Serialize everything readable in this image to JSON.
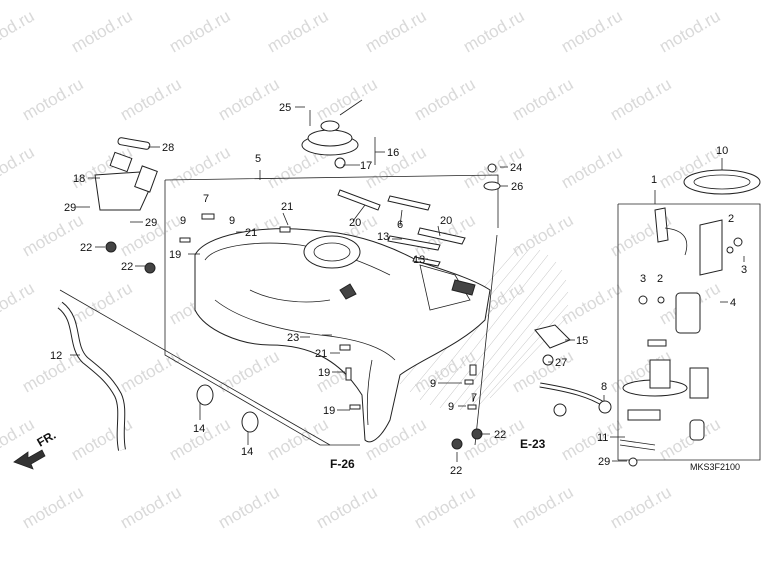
{
  "watermark": "motod.ru",
  "diagram_code": "MKS3F2100",
  "direction_label": "FR.",
  "section_refs": {
    "f26": "F-26",
    "e23": "E-23"
  },
  "callouts": {
    "c1": "1",
    "c2a": "2",
    "c2b": "2",
    "c3a": "3",
    "c3b": "3",
    "c4": "4",
    "c5": "5",
    "c6": "6",
    "c7a": "7",
    "c7b": "7",
    "c8": "8",
    "c9a": "9",
    "c9b": "9",
    "c9c": "9",
    "c9d": "9",
    "c10": "10",
    "c11": "11",
    "c12": "12",
    "c13a": "13",
    "c13b": "13",
    "c14a": "14",
    "c14b": "14",
    "c15": "15",
    "c16": "16",
    "c17": "17",
    "c18": "18",
    "c19a": "19",
    "c19b": "19",
    "c19c": "19",
    "c20a": "20",
    "c20b": "20",
    "c21a": "21",
    "c21b": "21",
    "c21c": "21",
    "c22a": "22",
    "c22b": "22",
    "c22c": "22",
    "c22d": "22",
    "c23": "23",
    "c24": "24",
    "c25": "25",
    "c26": "26",
    "c27": "27",
    "c28": "28",
    "c29a": "29",
    "c29b": "29",
    "c29c": "29"
  }
}
